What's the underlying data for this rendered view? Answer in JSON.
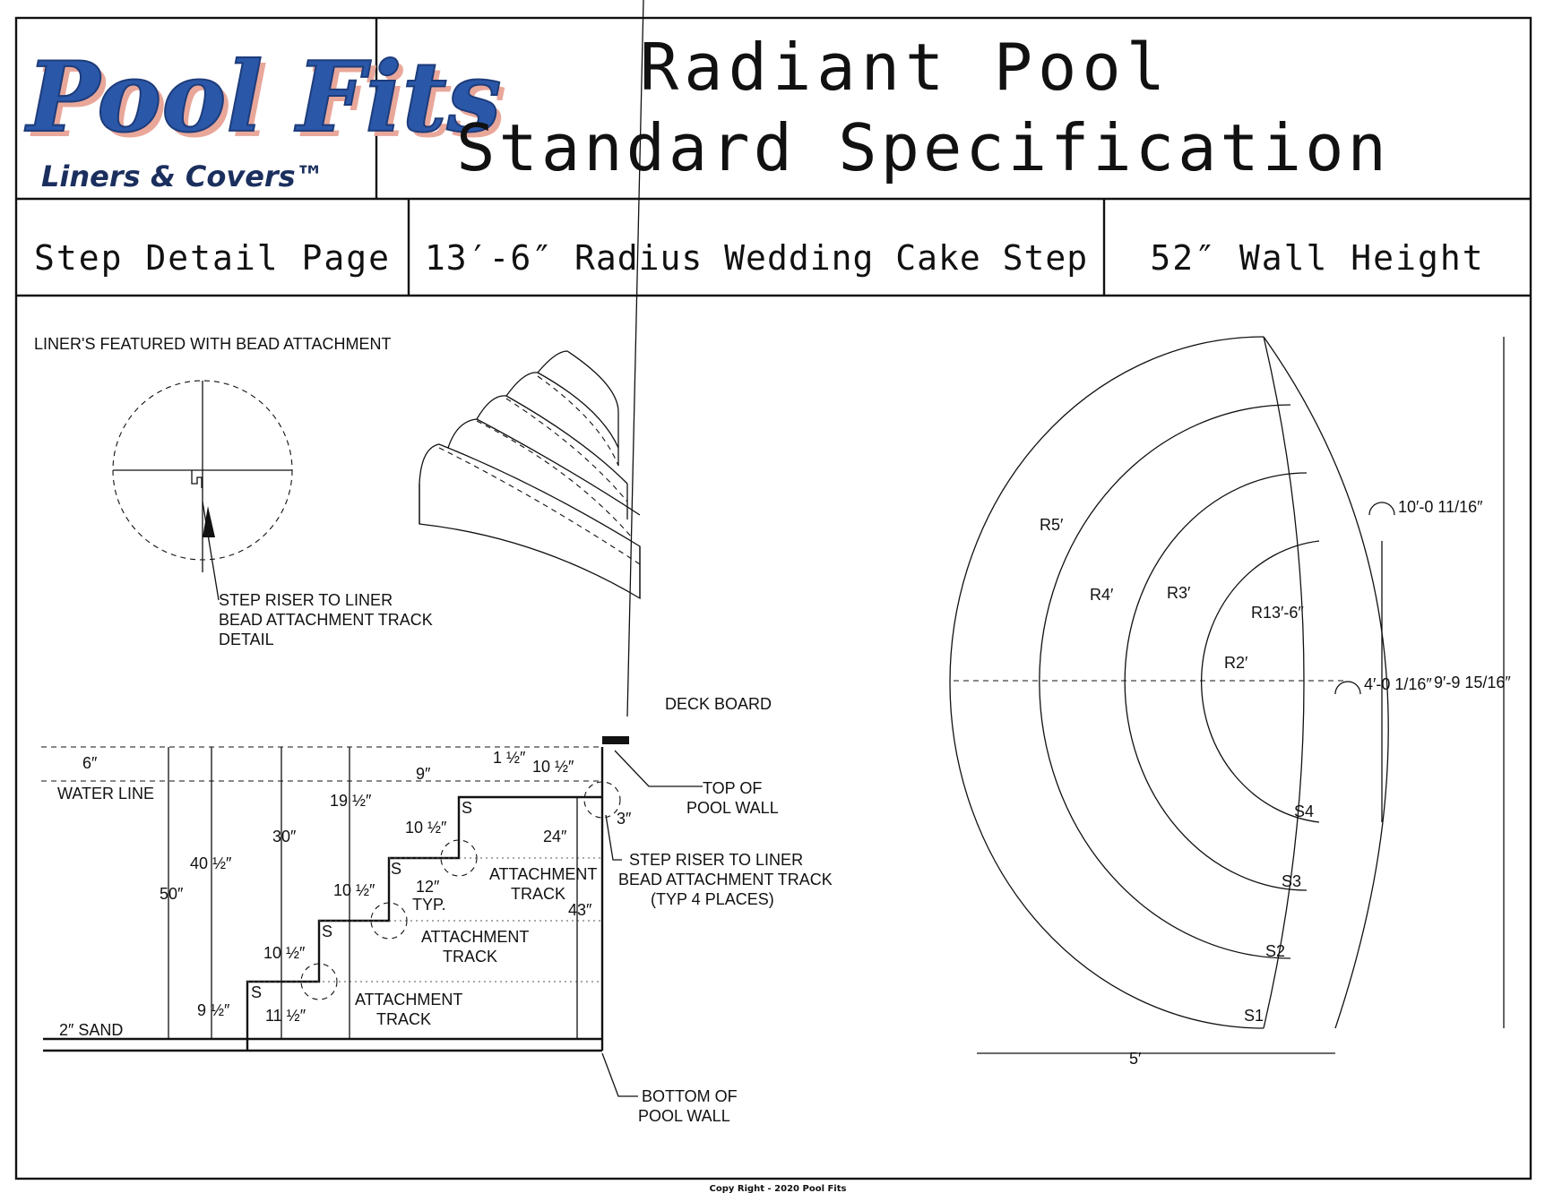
{
  "logo": {
    "brand": "Pool Fits",
    "tagline": "Liners & Covers™"
  },
  "title": {
    "line1": "Radiant Pool",
    "line2": "Standard Specification"
  },
  "subheader": {
    "left": "Step Detail Page",
    "center": "13′-6″ Radius Wedding Cake Step",
    "right": "52″ Wall Height"
  },
  "notes": {
    "bead": "LINER'S FEATURED WITH BEAD ATTACHMENT"
  },
  "detail_callout": [
    "STEP RISER TO LINER",
    "BEAD ATTACHMENT TRACK",
    "DETAIL"
  ],
  "section": {
    "deck_board": "DECK BOARD",
    "top_of_wall": [
      "TOP OF",
      "POOL WALL"
    ],
    "riser_track": [
      "STEP RISER TO LINER",
      "BEAD ATTACHMENT TRACK",
      "(TYP 4 PLACES)"
    ],
    "attachment_track": [
      "ATTACHMENT",
      "TRACK"
    ],
    "bottom_of_wall": [
      "BOTTOM OF",
      "POOL WALL"
    ],
    "water_line": "WATER LINE",
    "sand": "2″ SAND",
    "typ": "TYP.",
    "step_mark": "S",
    "dims": {
      "d6": "6″",
      "d9": "9″",
      "d3": "3″",
      "d24": "24″",
      "d12": "12″",
      "d30": "30″",
      "d43": "43″",
      "d50": "50″",
      "d1_5": "1 ½″",
      "d10_5": "10 ½″",
      "d19_5": "19 ½″",
      "d40_5": "40 ½″",
      "d9_5": "9 ½″",
      "d11_5": "11 ½″"
    }
  },
  "plan": {
    "radii": [
      "R5′",
      "R4′",
      "R3′",
      "R2′",
      "R13′-6″"
    ],
    "steps": [
      "S1",
      "S2",
      "S3",
      "S4"
    ],
    "dims": {
      "outer_arc": "10′-0 11/16″",
      "inner_arc": "4′-0 1/16″",
      "height": "9′-9 15/16″",
      "width": "5′"
    }
  },
  "footer": "Copy Right - 2020 Pool Fits"
}
